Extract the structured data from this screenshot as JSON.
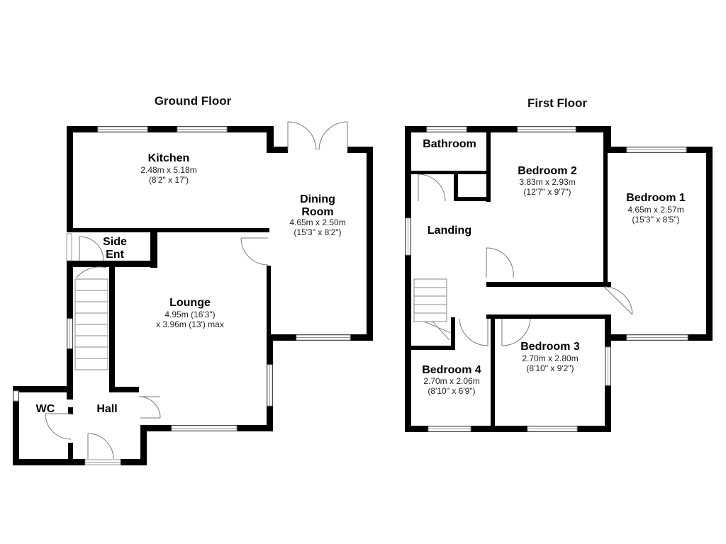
{
  "floors": [
    {
      "title": "Ground Floor",
      "rooms": [
        {
          "name": [
            "Kitchen"
          ],
          "dims": [
            "2.48m x 5.18m",
            "(8'2\" x 17')"
          ]
        },
        {
          "name": [
            "Dining",
            "Room"
          ],
          "dims": [
            "4.65m x 2.50m",
            "(15'3\" x 8'2\")"
          ]
        },
        {
          "name": [
            "Side",
            "Ent"
          ],
          "dims": []
        },
        {
          "name": [
            "Lounge"
          ],
          "dims": [
            "4.95m (16'3\")",
            "x 3.96m (13') max"
          ]
        },
        {
          "name": [
            "WC"
          ],
          "dims": []
        },
        {
          "name": [
            "Hall"
          ],
          "dims": []
        }
      ]
    },
    {
      "title": "First Floor",
      "rooms": [
        {
          "name": [
            "Bathroom"
          ],
          "dims": []
        },
        {
          "name": [
            "Bedroom 2"
          ],
          "dims": [
            "3.83m x 2.93m",
            "(12'7\" x 9'7\")"
          ]
        },
        {
          "name": [
            "Bedroom 1"
          ],
          "dims": [
            "4.65m x 2.57m",
            "(15'3\" x 8'5\")"
          ]
        },
        {
          "name": [
            "Landing"
          ],
          "dims": []
        },
        {
          "name": [
            "Bedroom 3"
          ],
          "dims": [
            "2.70m x 2.80m",
            "(8'10\" x 9'2\")"
          ]
        },
        {
          "name": [
            "Bedroom 4"
          ],
          "dims": [
            "2.70m x 2.06m",
            "(8'10\" x 6'9\")"
          ]
        }
      ]
    }
  ],
  "colors": {
    "wall": "#000000",
    "window": "#9a9a9a",
    "background": "#ffffff"
  }
}
